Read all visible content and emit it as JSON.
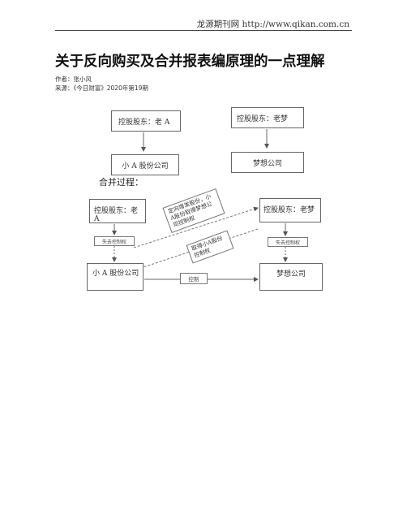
{
  "header": {
    "source_line": "龙源期刊网 http://www.qikan.com.cn"
  },
  "article": {
    "title": "关于反向购买及合并报表编原理的一点理解",
    "author_line": "作者：张小风",
    "source_line": "来源：《今日财富》2020年第19期"
  },
  "diagram": {
    "before": {
      "left_holder": "控股股东：老 A",
      "left_company": "小 A 股份公司",
      "right_holder": "控股股东：老梦",
      "right_company": "梦想公司"
    },
    "merge_label": "合并过程：",
    "after": {
      "left_holder": "控股股东：老 A",
      "left_lost": "失去控制权",
      "left_company": "小 A 股份公司",
      "right_holder": "控股股东：老梦",
      "right_lost": "失去控制权",
      "right_company": "梦想公司",
      "issue_note": "定向增发股份，小A股份取得梦想公司控制权",
      "acquire_note": "取得小A股份控制权",
      "control_label": "控制"
    }
  }
}
